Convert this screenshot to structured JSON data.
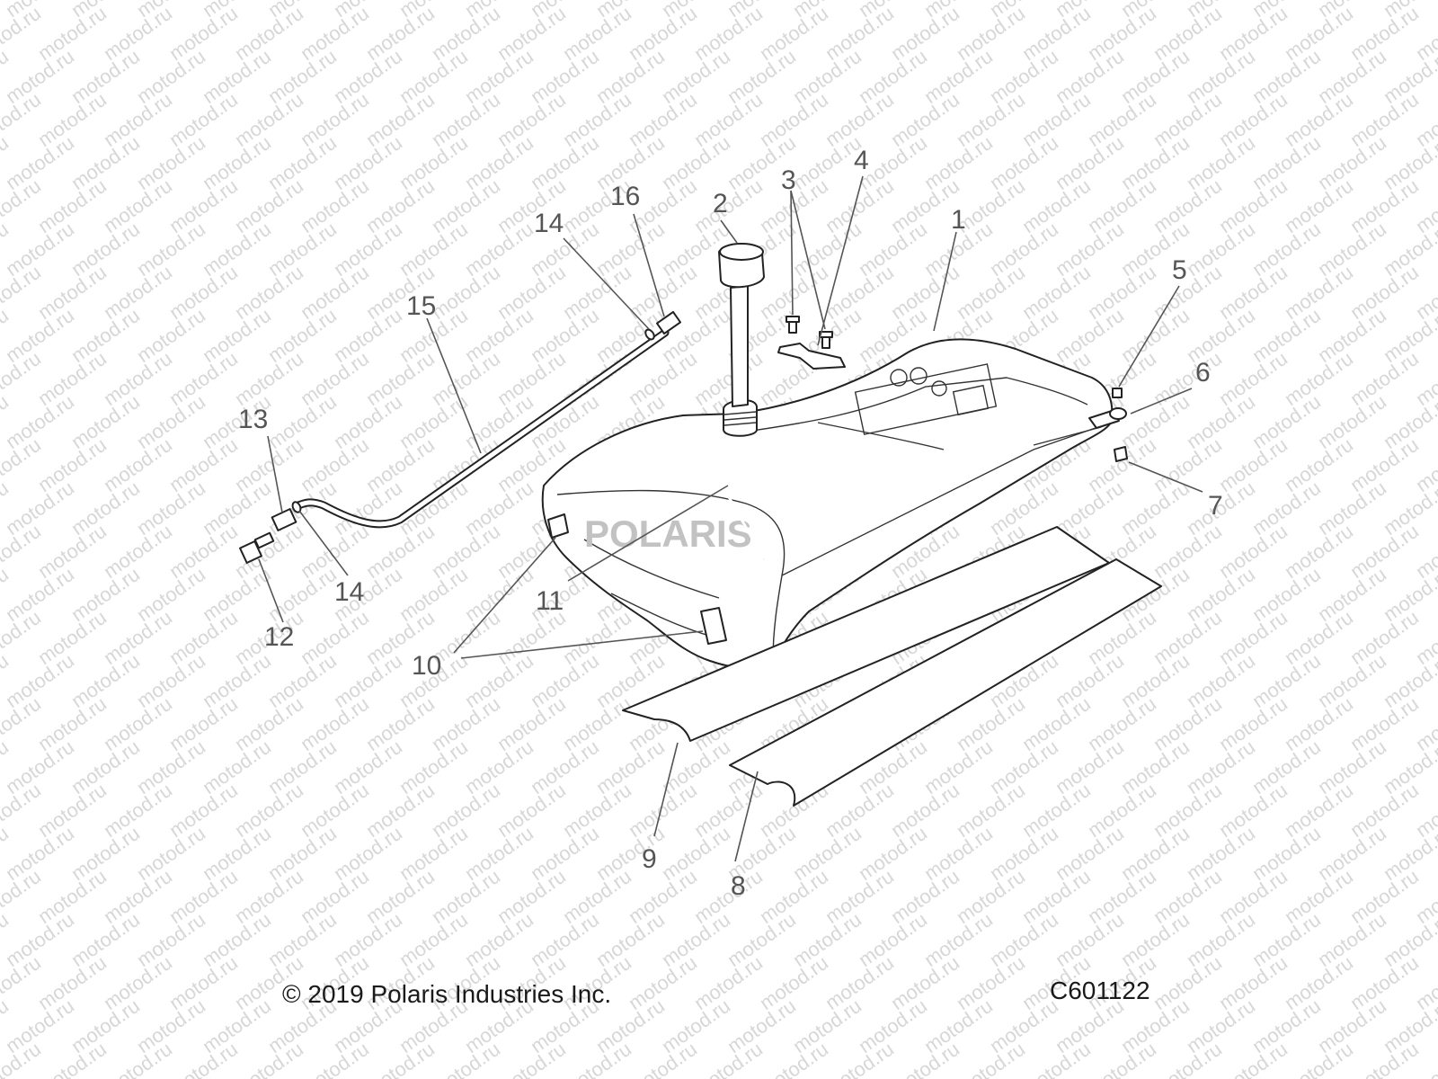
{
  "watermark": "motod.ru",
  "brand_mark": "POLARIS",
  "callouts": [
    "1",
    "2",
    "3",
    "4",
    "5",
    "6",
    "7",
    "8",
    "9",
    "10",
    "11",
    "12",
    "13",
    "14",
    "14",
    "15",
    "16"
  ],
  "footer": {
    "copyright": "© 2019 Polaris Industries Inc.",
    "drawing_id": "C601122"
  }
}
